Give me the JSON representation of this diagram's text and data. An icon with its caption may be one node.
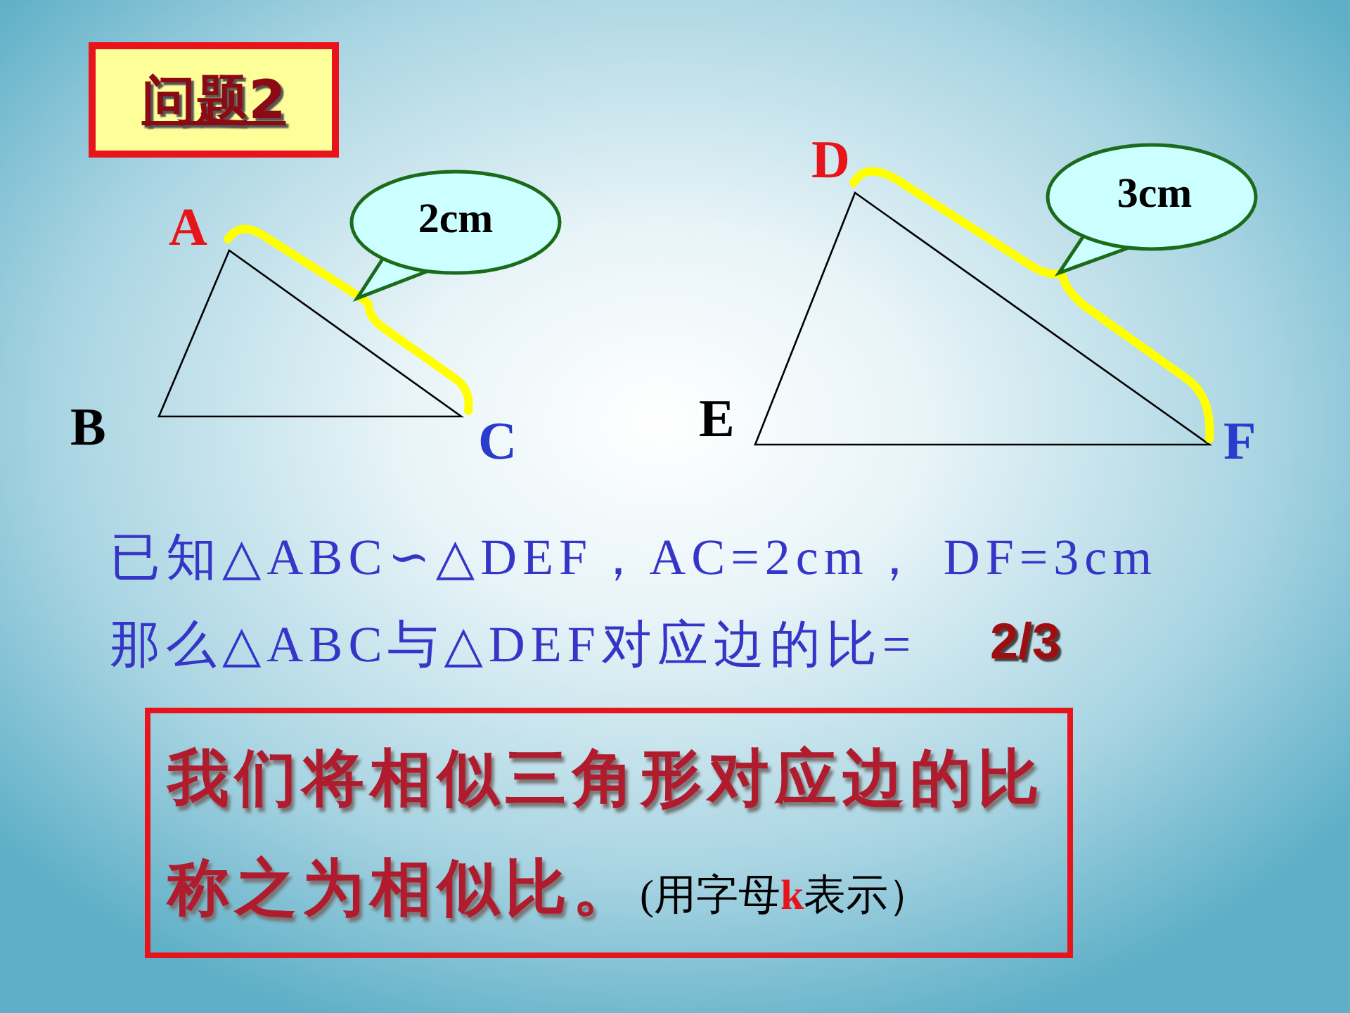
{
  "diagram": {
    "nodes": [
      {
        "text": [
          "问题2"
        ]
      },
      {
        "text": [
          "2cm"
        ]
      },
      {
        "text": [
          "3cm"
        ]
      },
      {
        "text": [
          "我们将相似三角形对应边的比称之为相似比。",
          "(用字母**k**表示）"
        ]
      }
    ],
    "labels": [
      "A",
      "B",
      "C",
      "D",
      "E",
      "F",
      "已知△ABC∽△DEF，AC=2cm， DF=3cm",
      "那么△ABC与△DEF对应边的比=",
      "2/3"
    ]
  }
}
